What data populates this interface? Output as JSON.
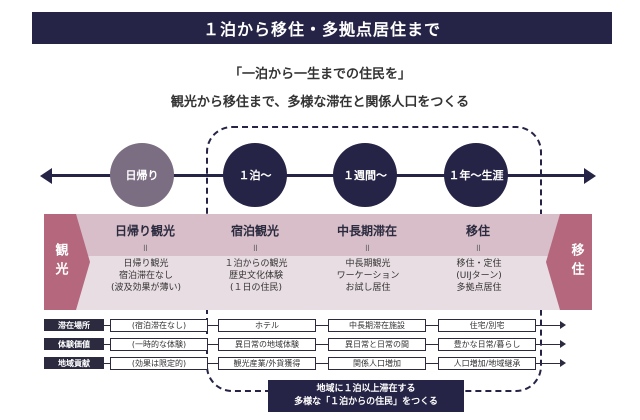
{
  "title": "１泊から移住・多拠点居住まで",
  "quote": "「一泊から一生までの住民を」",
  "subtitle": "観光から移住まで、多様な滞在と関係人口をつくる",
  "timeline": {
    "points": [
      "日帰り",
      "１泊〜",
      "１週間〜",
      "１年〜生涯"
    ]
  },
  "side": {
    "left": "観光",
    "right": "移住"
  },
  "columns": [
    {
      "title": "日帰り観光",
      "eq": "॥",
      "lines": [
        "日帰り観光",
        "宿泊滞在なし",
        "(波及効果が薄い)"
      ]
    },
    {
      "title": "宿泊観光",
      "eq": "॥",
      "lines": [
        "１泊からの観光",
        "歴史文化体験",
        "(１日の住民)"
      ]
    },
    {
      "title": "中長期滞在",
      "eq": "॥",
      "lines": [
        "中長期観光",
        "ワーケーション",
        "お試し居住"
      ]
    },
    {
      "title": "移住",
      "eq": "॥",
      "lines": [
        "移住・定住",
        "(UIJターン)",
        "多拠点居住"
      ]
    }
  ],
  "rows": [
    {
      "label": "滞在場所",
      "cells": [
        "(宿泊滞在なし)",
        "ホテル",
        "中長期滞在施設",
        "住宅/別宅"
      ]
    },
    {
      "label": "体験価値",
      "cells": [
        "(一時的な体験)",
        "異日常の地域体験",
        "異日常と日常の間",
        "豊かな日常/暮らし"
      ]
    },
    {
      "label": "地域貢献",
      "cells": [
        "(効果は限定的)",
        "観光産業/外貨獲得",
        "関係人口増加",
        "人口増加/地域継承"
      ]
    }
  ],
  "conclusion": {
    "line1": "地域に１泊以上滞在する",
    "line2": "多様な「１泊からの住民」をつくる"
  }
}
